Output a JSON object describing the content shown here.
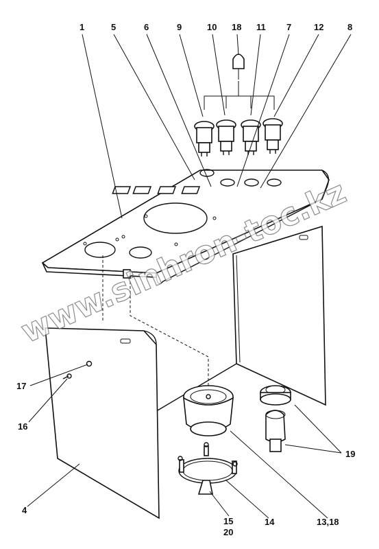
{
  "diagram": {
    "watermark": "www.sinhron-toc.kz",
    "labels": {
      "l1": "1",
      "l5": "5",
      "l6": "6",
      "l9": "9",
      "l10": "10",
      "l18": "18",
      "l11": "11",
      "l7": "7",
      "l12": "12",
      "l8": "8",
      "l17": "17",
      "l16": "16",
      "l4": "4",
      "l19": "19",
      "l14": "14",
      "l1318": "13,18",
      "l15": "15",
      "l20": "20"
    }
  }
}
